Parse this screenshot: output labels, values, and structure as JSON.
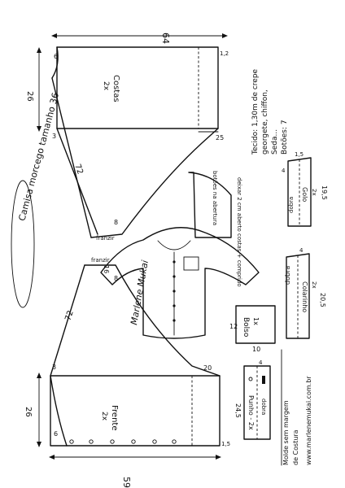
{
  "title": "Camisa morcego tamanho 36",
  "credits": {
    "line1": "Molde sem margem",
    "line2": "de Costura",
    "website": "www.marlenemukai.com.br"
  },
  "fabric_notes": {
    "line1": "Tecido: 1,30m de crepe",
    "line2": "georgete, chiffon,",
    "line3": "Seda...",
    "line4": "Botões: 7"
  },
  "costas": {
    "name": "Costas",
    "qty": "2x",
    "dim_top": "64",
    "dim_side": "26",
    "dim_neck": "6",
    "dim_small": "1,2",
    "dim_hem": "25",
    "dim_left": "3",
    "dim_diag": "72",
    "dim_ang": "8",
    "label_franzir": "franzir"
  },
  "frente": {
    "name": "Frente",
    "qty": "2x",
    "dim_bottom": "59",
    "dim_side": "26",
    "dim_neck": "6",
    "dim_hem": "20",
    "dim_left": "3",
    "dim_diag": "72",
    "dim_ang": "8",
    "dim_franzir": "16",
    "dim_edge": "1,5",
    "label_franzir": "franzir"
  },
  "bolso": {
    "name": "Bolso",
    "qty": "1x",
    "dim_h": "12",
    "dim_w": "10"
  },
  "punho": {
    "name": "Punho - 2x",
    "dim": "24,5",
    "dim_w": "4",
    "dobra": "dobra"
  },
  "colarinho": {
    "name": "Colarinho",
    "qty": "2x",
    "dim": "20,5",
    "dim_w": "4",
    "dobra": "dobra"
  },
  "golo": {
    "name": "Golo",
    "qty": "2x",
    "dim": "19,5",
    "dim_top": "1,5",
    "dim_w": "4",
    "dobra": "dobra"
  },
  "sketch": {
    "note_abertura": "botões na abertura",
    "note_costas": "deixar 2 cm aberto costas + comprido",
    "signature": "Marlene Mukai"
  }
}
